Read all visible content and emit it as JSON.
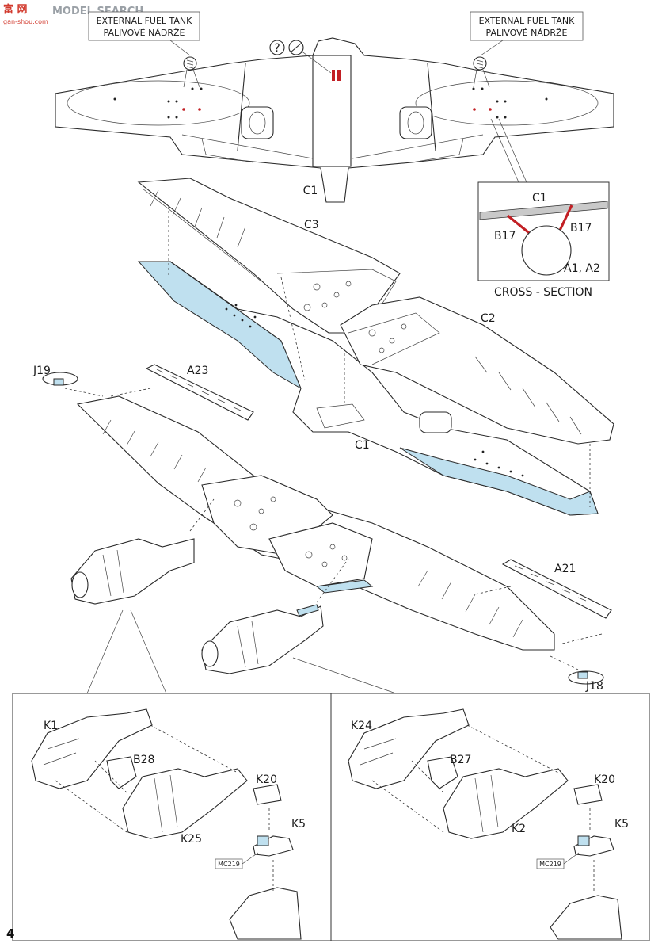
{
  "watermark": {
    "brand_cn": "富 网",
    "brand_domain": "gan-shou.com",
    "search": "MODEL SEARCH"
  },
  "callouts": {
    "fuel_left_line1": "EXTERNAL FUEL TANK",
    "fuel_left_line2": "PALIVOVÉ NÁDRŽE",
    "fuel_right_line1": "EXTERNAL FUEL TANK",
    "fuel_right_line2": "PALIVOVÉ NÁDRŽE",
    "question_mark": "?"
  },
  "cross_section": {
    "title": "CROSS - SECTION",
    "part_top": "C1",
    "part_left": "B17",
    "part_right": "B17",
    "part_circle": "A1, A2"
  },
  "parts": {
    "c1_top": "C1",
    "c3": "C3",
    "c2": "C2",
    "c1_mid": "C1",
    "j19": "J19",
    "a23": "A23",
    "a21": "A21",
    "j18": "J18"
  },
  "sub_left": {
    "k1": "K1",
    "b28": "B28",
    "k25": "K25",
    "k20": "K20",
    "k5": "K5",
    "mc": "MC219"
  },
  "sub_right": {
    "k24": "K24",
    "b27": "B27",
    "k2": "K2",
    "k20": "K20",
    "k5": "K5",
    "mc": "MC219"
  },
  "page_number": "4",
  "colors": {
    "fill_blue": "#bfe0ef",
    "marker_red": "#c21f24"
  }
}
